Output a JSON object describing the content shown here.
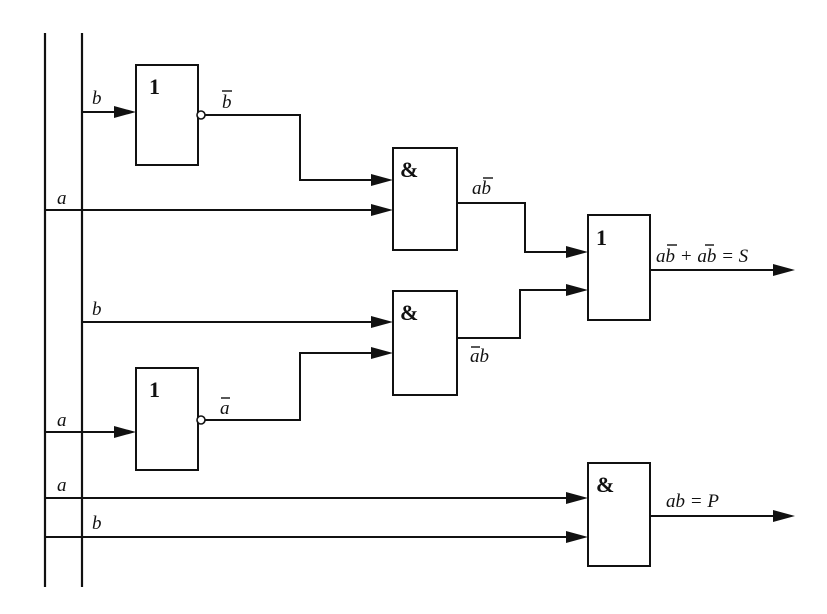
{
  "gates": {
    "not_b": "1",
    "and_upper": "&",
    "or_sum": "1",
    "and_lower": "&",
    "not_a": "1",
    "and_carry": "&"
  },
  "signals": {
    "b_top": "b",
    "b_bar_out": "b",
    "a_upper": "a",
    "ab_bar_out": "ab",
    "b_middle": "b",
    "a_bar_b_out": "ab",
    "a_lower": "a",
    "a_bar_out": "a",
    "a_carry": "a",
    "b_carry": "b",
    "sum_output": "ab + ab = S",
    "carry_output": "ab = P"
  },
  "icon_names": [
    "inverter-bubble-icon",
    "arrow-head-icon"
  ]
}
